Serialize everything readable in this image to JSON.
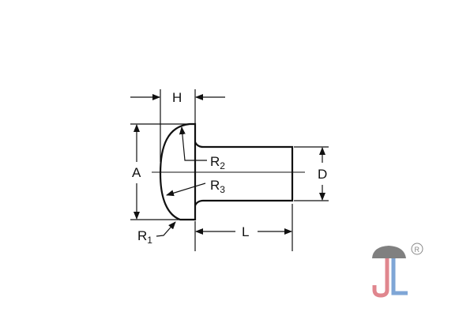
{
  "diagram": {
    "labels": {
      "head_height": "H",
      "head_diameter": "A",
      "shank_diameter": "D",
      "length": "L",
      "radius1": {
        "letter": "R",
        "sub": "1"
      },
      "radius2": {
        "letter": "R",
        "sub": "2"
      },
      "radius3": {
        "letter": "R",
        "sub": "3"
      }
    },
    "line_color": "#111111"
  },
  "logo": {
    "text": "JL",
    "registered": "®",
    "colors": {
      "umbrella": "#808080",
      "j": "#e0868e",
      "l": "#7fa6d6",
      "mark": "#888888"
    }
  }
}
